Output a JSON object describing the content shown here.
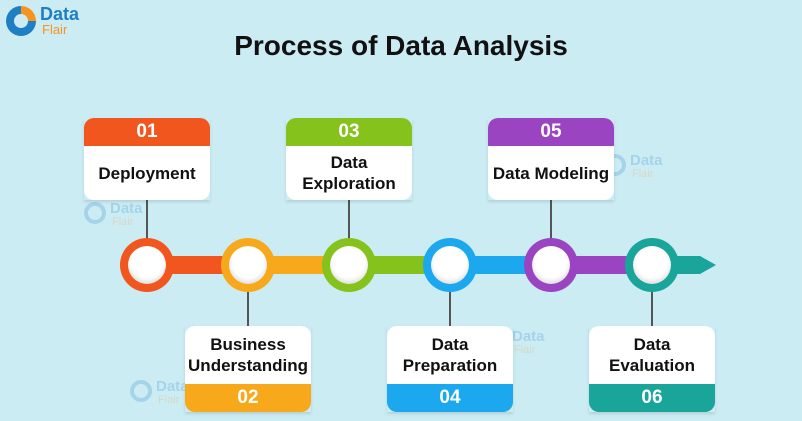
{
  "brand": {
    "name_line1": "Data",
    "name_line2": "Flair"
  },
  "title": "Process of Data Analysis",
  "watermark": {
    "line1": "Data",
    "line2": "Flair"
  },
  "colors": {
    "background": "#ccecf4",
    "step1": "#f0561d",
    "step2": "#f8a81b",
    "step3": "#85c21b",
    "step4": "#1ba8ee",
    "step5": "#9b44c2",
    "step6": "#1aa59a"
  },
  "steps": [
    {
      "number": "01",
      "label": "Deployment",
      "position": "top"
    },
    {
      "number": "02",
      "label": "Business Understanding",
      "position": "bottom"
    },
    {
      "number": "03",
      "label": "Data Exploration",
      "position": "top"
    },
    {
      "number": "04",
      "label": "Data Preparation",
      "position": "bottom"
    },
    {
      "number": "05",
      "label": "Data Modeling",
      "position": "top"
    },
    {
      "number": "06",
      "label": "Data Evaluation",
      "position": "bottom"
    }
  ]
}
